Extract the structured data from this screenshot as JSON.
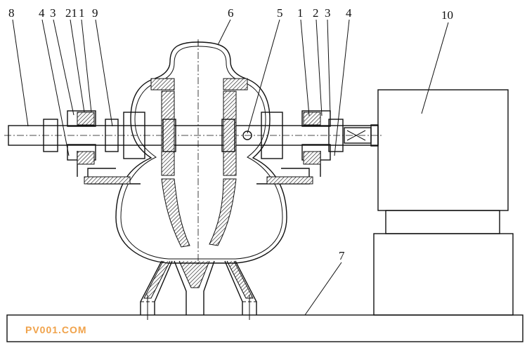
{
  "labels": {
    "l8": "8",
    "l4a": "4",
    "l3a": "3",
    "l21": "21",
    "l1a": "1",
    "l9": "9",
    "l6": "6",
    "l5": "5",
    "l1b": "1",
    "l2b": "2",
    "l3b": "3",
    "l4b": "4",
    "l10": "10",
    "l7": "7"
  },
  "watermark": "PV001.COM"
}
